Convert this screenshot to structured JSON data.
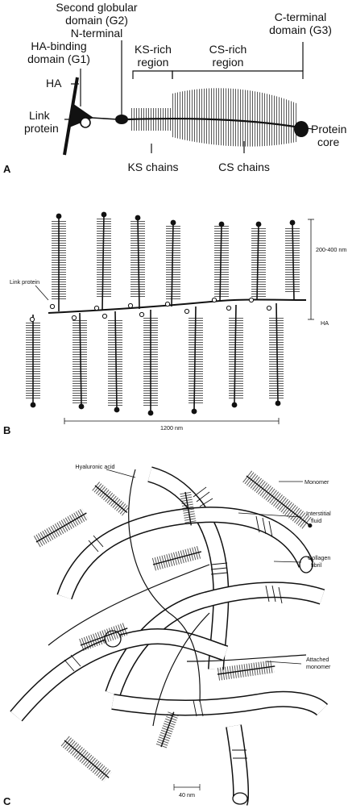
{
  "panel_a": {
    "letter": "A",
    "labels": {
      "second_globular_l1": "Second globular",
      "second_globular_l2": "domain (G2)",
      "n_terminal": "N-terminal",
      "ha_binding_l1": "HA-binding",
      "ha_binding_l2": "domain (G1)",
      "ks_rich_l1": "KS-rich",
      "ks_rich_l2": "region",
      "cs_rich_l1": "CS-rich",
      "cs_rich_l2": "region",
      "c_terminal_l1": "C-terminal",
      "c_terminal_l2": "domain (G3)",
      "ha": "HA",
      "link_l1": "Link",
      "link_l2": "protein",
      "protein_core_l1": "Protein",
      "protein_core_l2": "core",
      "ks_chains": "KS chains",
      "cs_chains": "CS chains"
    }
  },
  "panel_b": {
    "letter": "B",
    "labels": {
      "link_protein": "Link protein",
      "height": "200-400 nm",
      "ha": "HA",
      "width": "1200 nm"
    }
  },
  "panel_c": {
    "letter": "C",
    "labels": {
      "hyaluronic_acid": "Hyaluronic acid",
      "monomer": "Monomer",
      "interstitial_l1": "Interstitial",
      "interstitial_l2": "fluid",
      "collagen_l1": "Collagen",
      "collagen_l2": "fibril",
      "attached_l1": "Attached",
      "attached_l2": "monomer",
      "scale": "40 nm"
    }
  },
  "colors": {
    "ink": "#111111",
    "background": "#ffffff"
  }
}
